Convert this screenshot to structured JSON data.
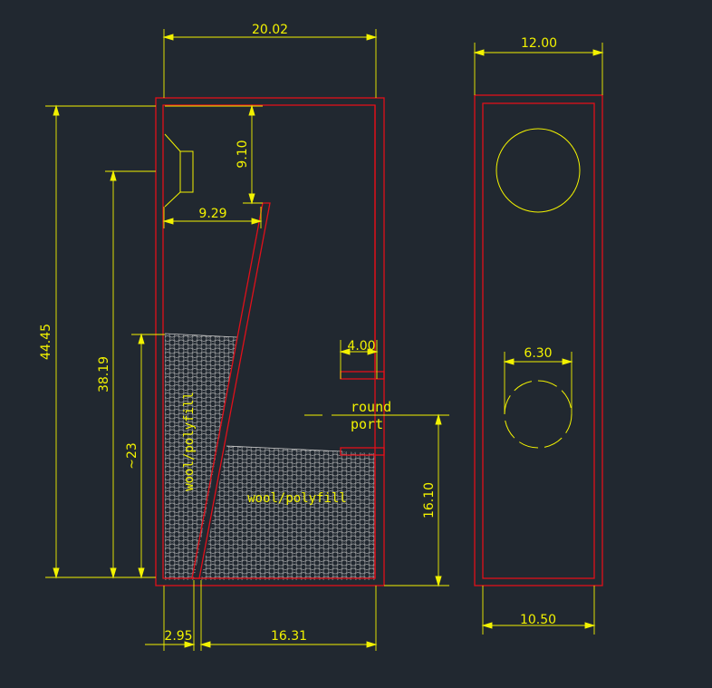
{
  "colors": {
    "background": "#212830",
    "dimension": "#f2f200",
    "cabinet": "#e0101a",
    "fill_dots": "#c8c8c8"
  },
  "dimensions": {
    "side_width": "20.02",
    "side_height": "44.45",
    "tweeter_offset": "9.10",
    "partition_gap": "9.29",
    "woofer_height": "38.19",
    "fill_height": "~23",
    "port_width": "4.00",
    "port_height": "16.10",
    "bottom_left": "2.95",
    "bottom_right": "16.31",
    "front_width": "12.00",
    "port_diameter": "6.30",
    "baffle_width": "10.50"
  },
  "labels": {
    "port_line1": "round",
    "port_line2": "port",
    "fill_vertical": "wool/polyfill",
    "fill_horizontal": "wool/polyfill"
  },
  "icons": [
    "tweeter-icon",
    "woofer-icon",
    "port-icon",
    "stuffing-pattern-icon"
  ]
}
